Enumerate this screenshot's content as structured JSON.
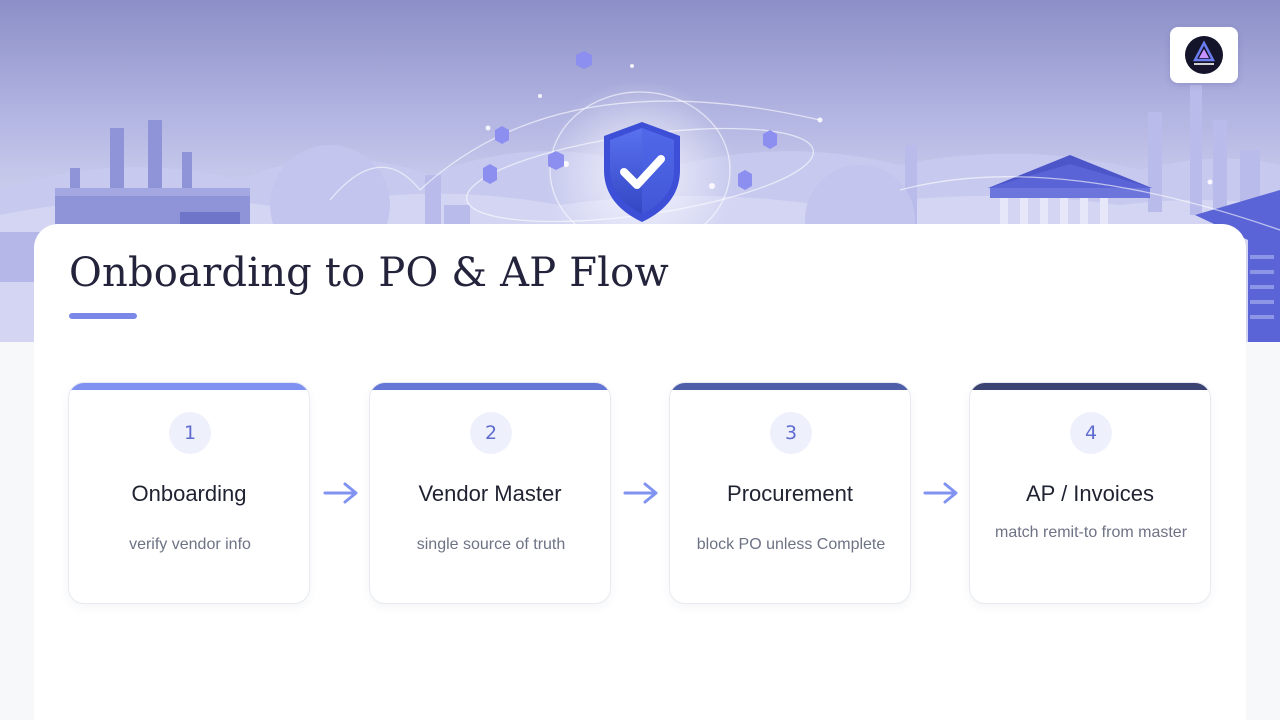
{
  "title": "Onboarding to PO & AP Flow",
  "accent_color": "#7c88e8",
  "steps": [
    {
      "number": "1",
      "title": "Onboarding",
      "description": "verify vendor info",
      "bar_color": "#7f92f2"
    },
    {
      "number": "2",
      "title": "Vendor Master",
      "description": "single source of truth",
      "bar_color": "#6577d6"
    },
    {
      "number": "3",
      "title": "Procurement",
      "description": "block PO unless Complete",
      "bar_color": "#4f5ea8"
    },
    {
      "number": "4",
      "title": "AP / Invoices",
      "description": "match remit-to from master",
      "bar_color": "#3b4372"
    }
  ],
  "icons": {
    "arrow": "arrow-right-icon",
    "logo": "logo-icon",
    "shield": "shield-check-icon"
  }
}
